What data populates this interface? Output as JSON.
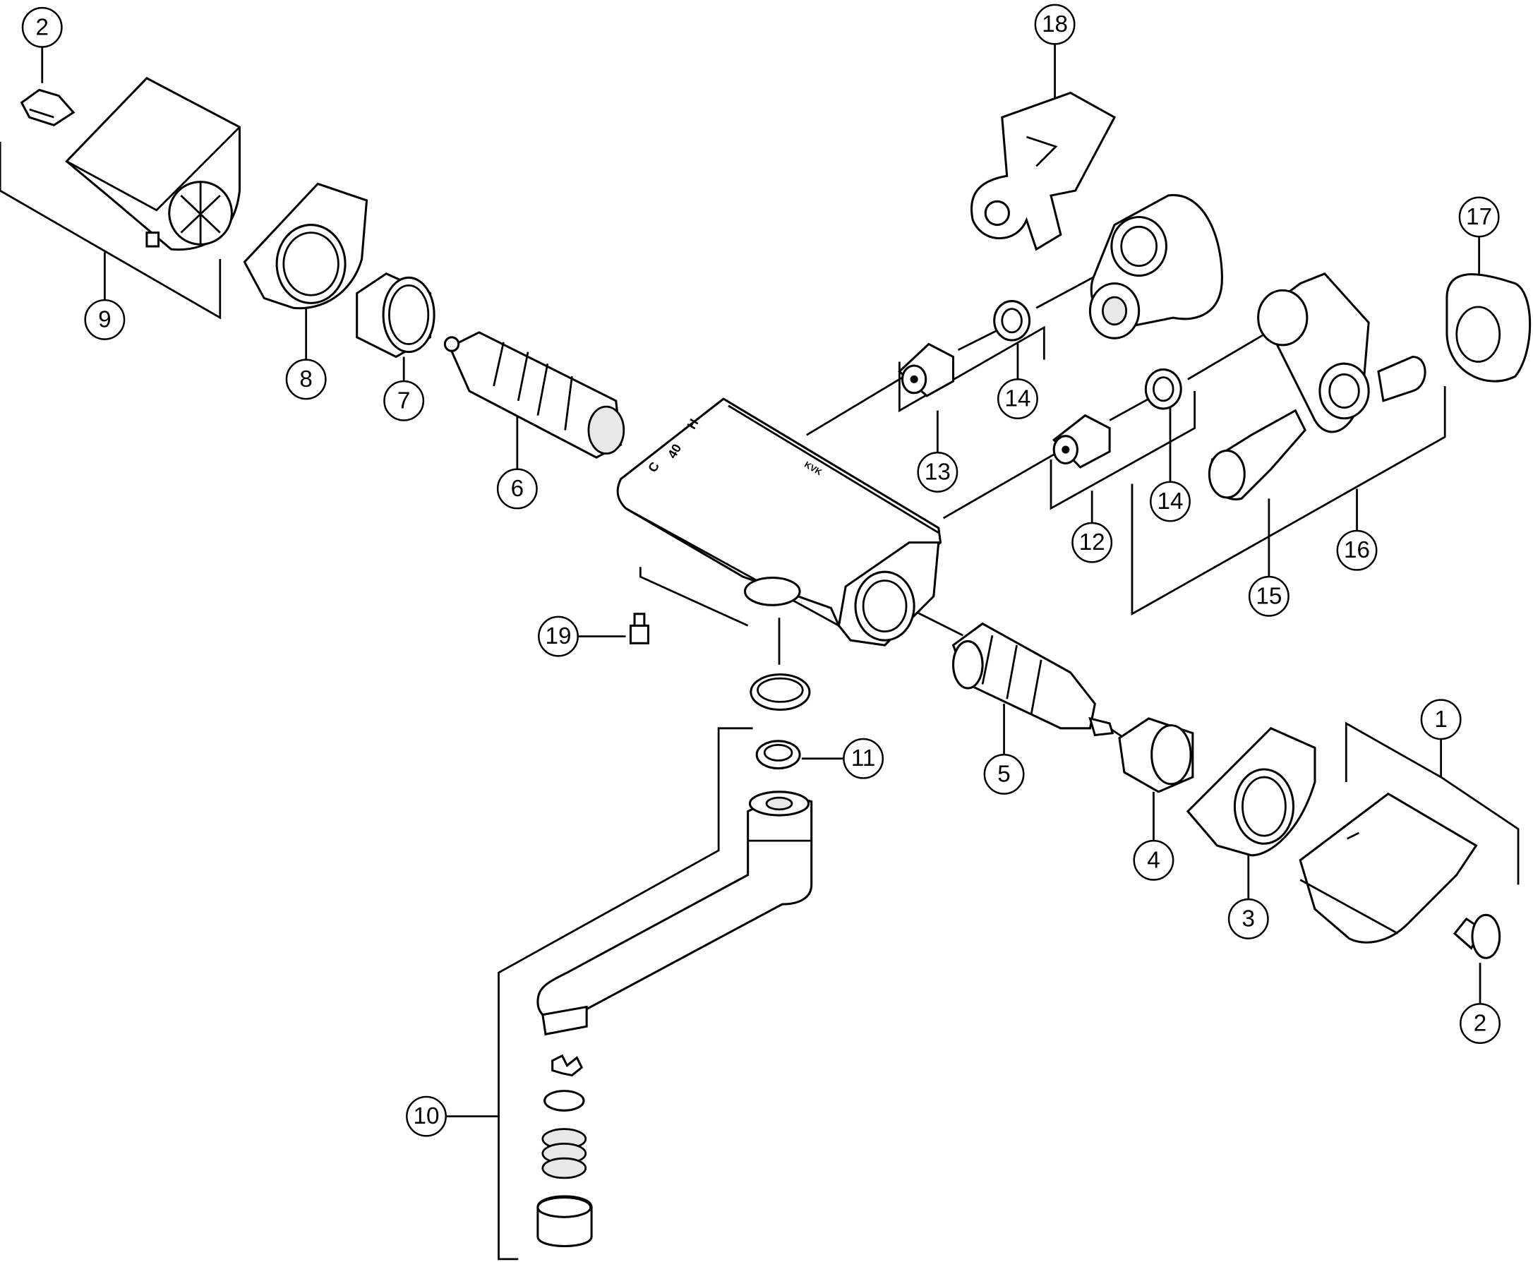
{
  "diagram": {
    "type": "exploded parts diagram",
    "body_markings": {
      "cold": "C",
      "temp": "40",
      "hot": "H",
      "logo": "KVK"
    },
    "callouts": [
      {
        "id": "c2a",
        "label": "2"
      },
      {
        "id": "c9",
        "label": "9"
      },
      {
        "id": "c8",
        "label": "8"
      },
      {
        "id": "c7",
        "label": "7"
      },
      {
        "id": "c6",
        "label": "6"
      },
      {
        "id": "c18",
        "label": "18"
      },
      {
        "id": "c17",
        "label": "17"
      },
      {
        "id": "c14a",
        "label": "14"
      },
      {
        "id": "c13",
        "label": "13"
      },
      {
        "id": "c14b",
        "label": "14"
      },
      {
        "id": "c12",
        "label": "12"
      },
      {
        "id": "c16",
        "label": "16"
      },
      {
        "id": "c15",
        "label": "15"
      },
      {
        "id": "c19",
        "label": "19"
      },
      {
        "id": "c5",
        "label": "5"
      },
      {
        "id": "c11",
        "label": "11"
      },
      {
        "id": "c4",
        "label": "4"
      },
      {
        "id": "c3",
        "label": "3"
      },
      {
        "id": "c1",
        "label": "1"
      },
      {
        "id": "c2b",
        "label": "2"
      },
      {
        "id": "c10",
        "label": "10"
      }
    ]
  }
}
